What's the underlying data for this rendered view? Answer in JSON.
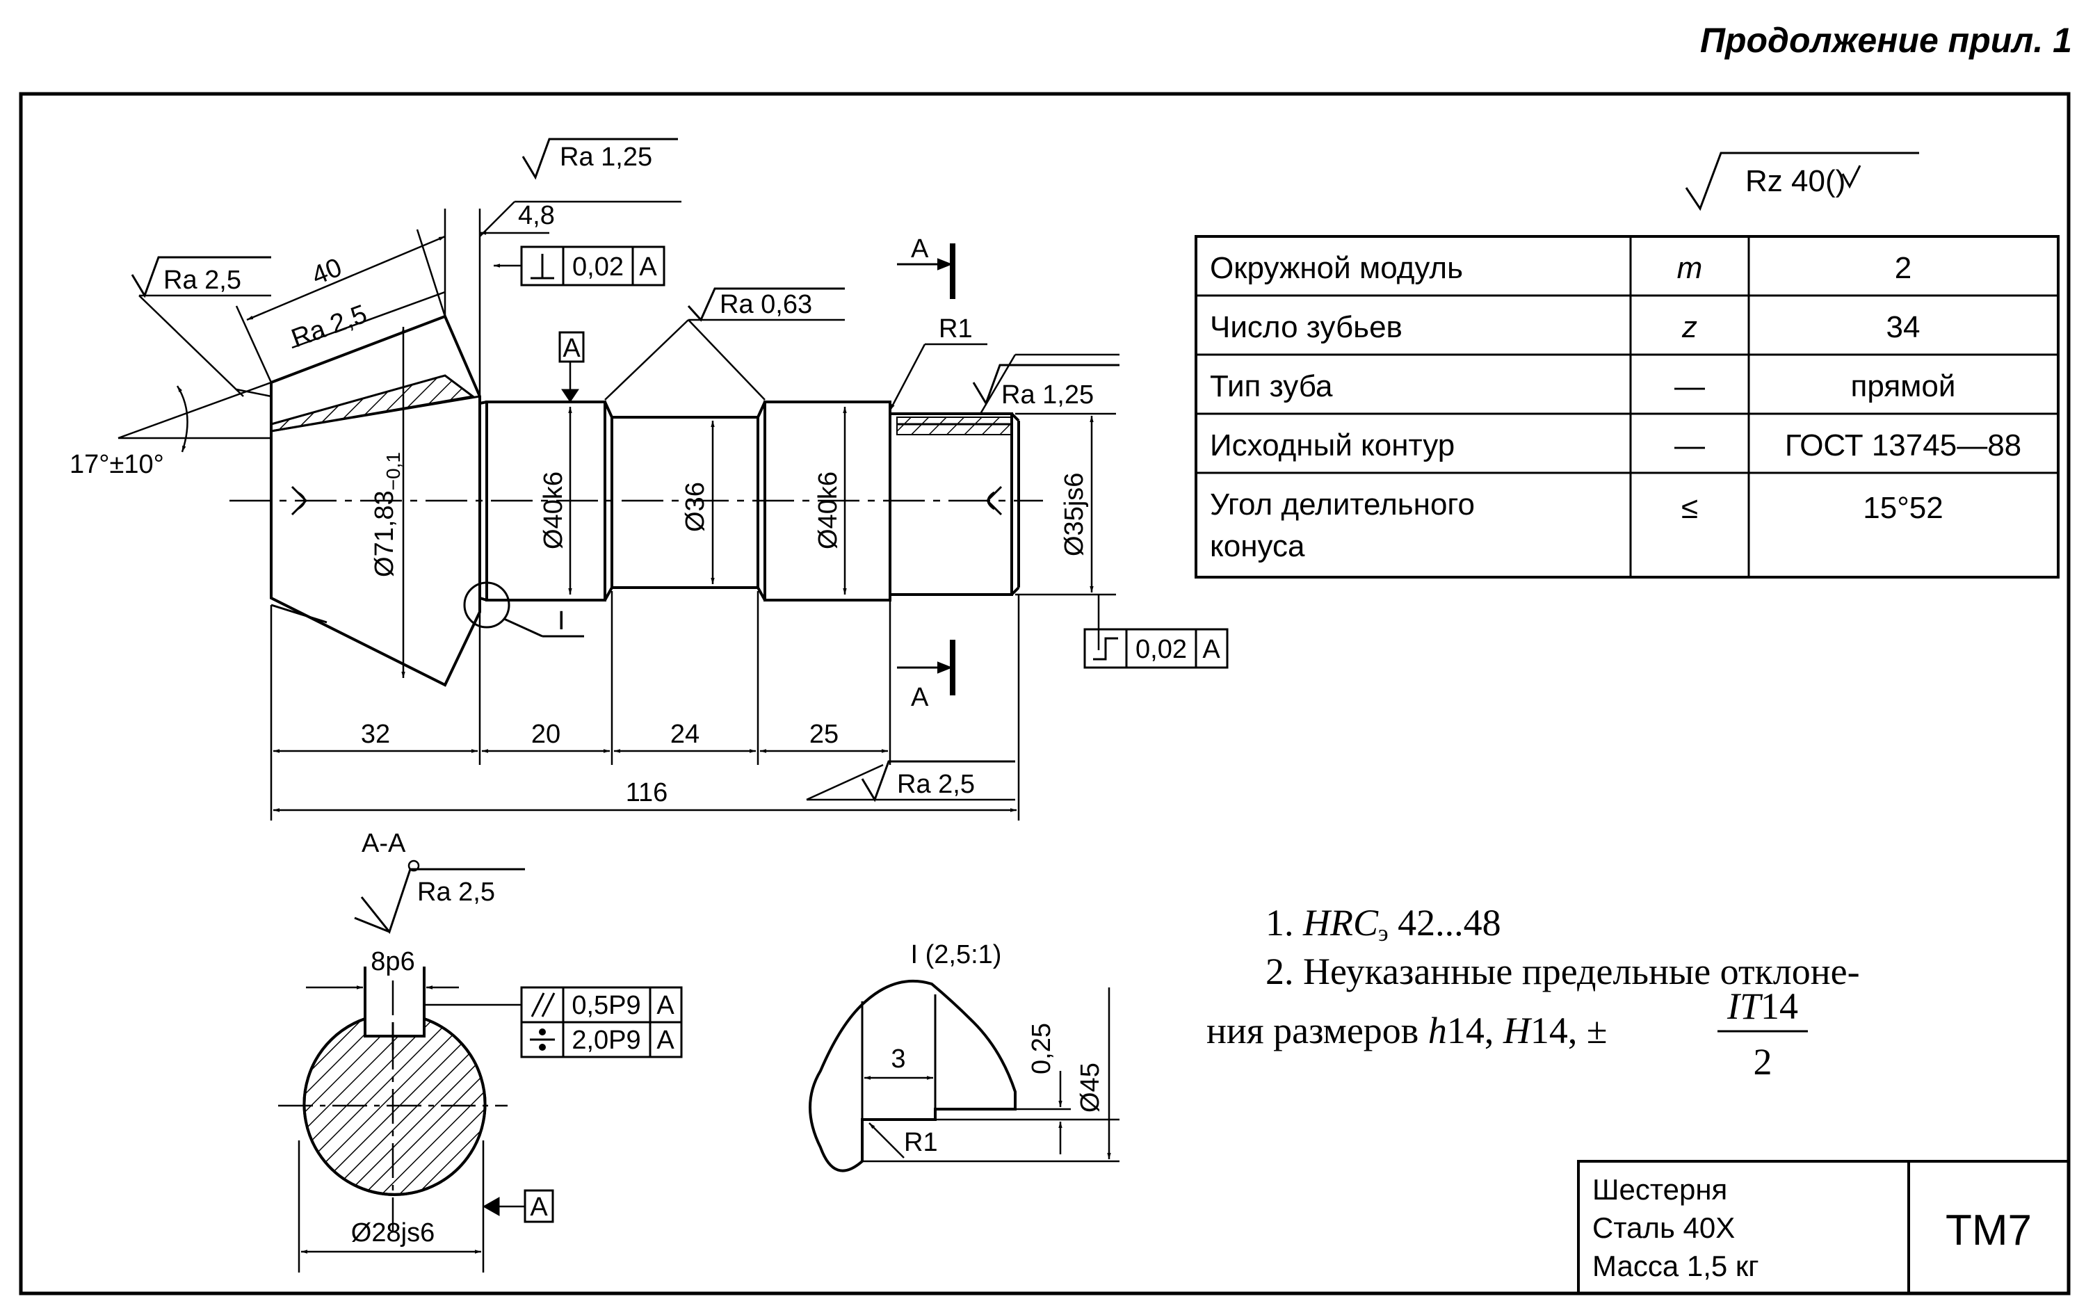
{
  "header": "Продолжение прил. 1",
  "roughness": {
    "general": "Rz 40(",
    "general_tail": ")",
    "r125_top": "Ra 1,25",
    "r25_left": "Ra 2,5",
    "r25_cone": "Ra 2,5",
    "r063": "Ra 0,63",
    "r125_right": "Ra 1,25",
    "r25_bottom": "Ra 2,5",
    "r25_section": "Ra 2,5"
  },
  "dims": {
    "d40": "40",
    "d48": "4,8",
    "angle": "17°±10°",
    "diam7183": "Ø71,83",
    "tol7183": "−0,1",
    "diam40k6a": "Ø40k6",
    "diam36": "Ø36",
    "diam40k6b": "Ø40k6",
    "diam35": "Ø35js6",
    "len32": "32",
    "len20": "20",
    "len24": "24",
    "len25": "25",
    "len116": "116",
    "r1": "R1",
    "detail_ref": "I"
  },
  "tolerance_frames": {
    "perp": {
      "value": "0,02",
      "base": "A"
    },
    "runout": {
      "value": "0,02",
      "base": "A"
    },
    "parallel": {
      "value": "0,5P9",
      "base": "A"
    },
    "symmetry": {
      "value": "2,0P9",
      "base": "A"
    },
    "datum": "A",
    "datum_section": "A"
  },
  "section": {
    "label": "А-А",
    "cut_label_top": "А",
    "cut_label_bottom": "А",
    "key_width": "8p6",
    "diam": "Ø28js6"
  },
  "detail": {
    "label": "I (2,5:1)",
    "d3": "3",
    "d025": "0,25",
    "d45": "Ø45",
    "r1": "R1"
  },
  "params_table": {
    "rows": [
      {
        "name": "Окружной модуль",
        "symbol": "m",
        "value": "2"
      },
      {
        "name": "Число зубьев",
        "symbol": "z",
        "value": "34"
      },
      {
        "name": "Тип зуба",
        "symbol": "—",
        "value": "прямой"
      },
      {
        "name": "Исходный контур",
        "symbol": "—",
        "value": "ГОСТ 13745—88"
      },
      {
        "name": "Угол делительного",
        "name2": "конуса",
        "symbol": "≤",
        "value": "15°52"
      }
    ]
  },
  "notes": {
    "n1_prefix": "1.",
    "n1_main": "HRC",
    "n1_sub": "э",
    "n1_value": "42...48",
    "n2_line1": "2. Неуказанные предельные отклоне-",
    "n2_line2_a": "ния размеров",
    "n2_h": "h",
    "n2_h14": "14,",
    "n2_H": "H",
    "n2_H14": "14,",
    "n2_pm": "±",
    "n2_num_it": "IT",
    "n2_num_14": "14",
    "n2_den": "2"
  },
  "title_block": {
    "name": "Шестерня",
    "material": "Сталь 40Х",
    "mass": "Масса 1,5 кг",
    "code": "ТМ7"
  }
}
